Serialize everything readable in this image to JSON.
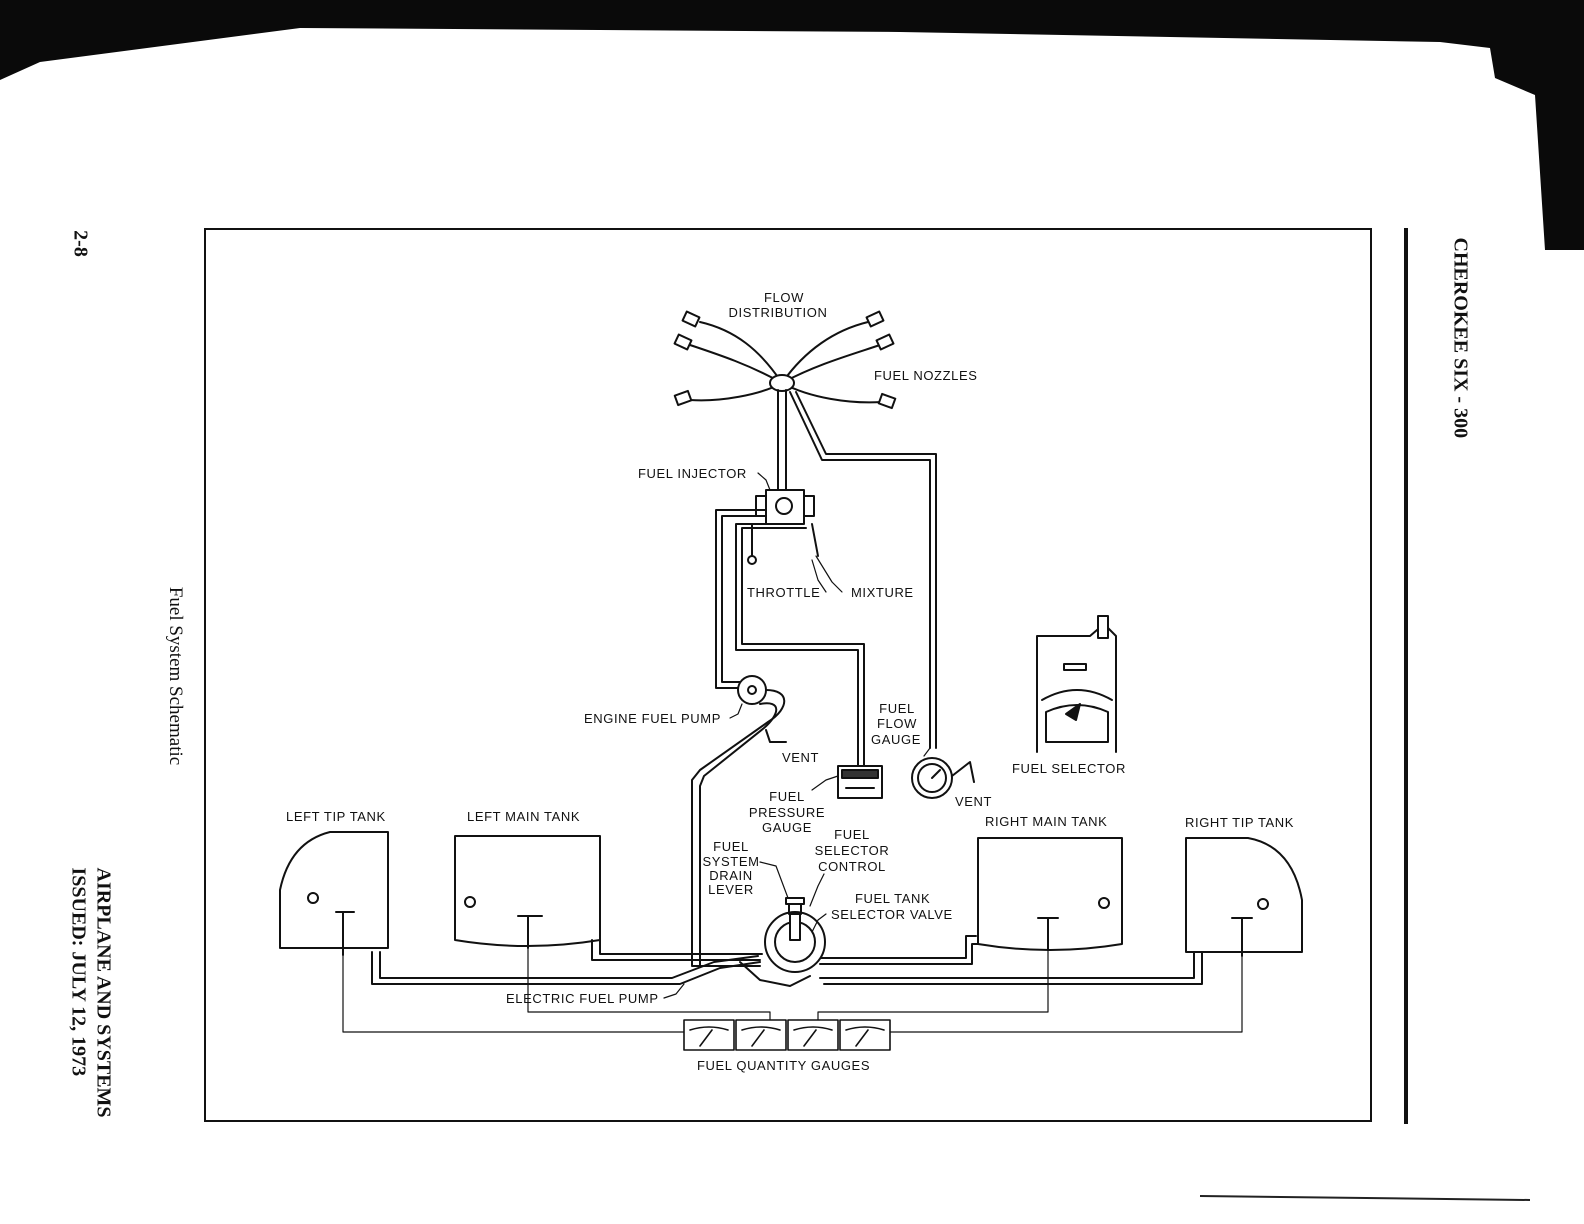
{
  "header": {
    "title": "CHEROKEE SIX - 300",
    "page_number": "2-8"
  },
  "caption": "Fuel System Schematic",
  "footer": {
    "line1": "AIRPLANE AND SYSTEMS",
    "line2": "ISSUED: JULY 12, 1973"
  },
  "diagram": {
    "labels": {
      "flow_distribution_1": "FLOW",
      "flow_distribution_2": "DISTRIBUTION",
      "fuel_nozzles": "FUEL NOZZLES",
      "fuel_injector": "FUEL INJECTOR",
      "throttle": "THROTTLE",
      "mixture": "MIXTURE",
      "engine_fuel_pump": "ENGINE FUEL PUMP",
      "vent_1": "VENT",
      "fuel_flow_gauge_1": "FUEL",
      "fuel_flow_gauge_2": "FLOW",
      "fuel_flow_gauge_3": "GAUGE",
      "vent_2": "VENT",
      "fuel_selector": "FUEL SELECTOR",
      "fuel_pressure_gauge_1": "FUEL",
      "fuel_pressure_gauge_2": "PRESSURE",
      "fuel_pressure_gauge_3": "GAUGE",
      "fuel_selector_control_1": "FUEL",
      "fuel_selector_control_2": "SELECTOR",
      "fuel_selector_control_3": "CONTROL",
      "drain_lever_1": "FUEL",
      "drain_lever_2": "SYSTEM",
      "drain_lever_3": "DRAIN",
      "drain_lever_4": "LEVER",
      "selector_valve_1": "FUEL TANK",
      "selector_valve_2": "SELECTOR VALVE",
      "left_tip_tank": "LEFT TIP TANK",
      "left_main_tank": "LEFT MAIN TANK",
      "right_main_tank": "RIGHT MAIN TANK",
      "right_tip_tank": "RIGHT TIP TANK",
      "electric_fuel_pump": "ELECTRIC FUEL PUMP",
      "fuel_quantity_gauges": "FUEL QUANTITY GAUGES"
    }
  }
}
